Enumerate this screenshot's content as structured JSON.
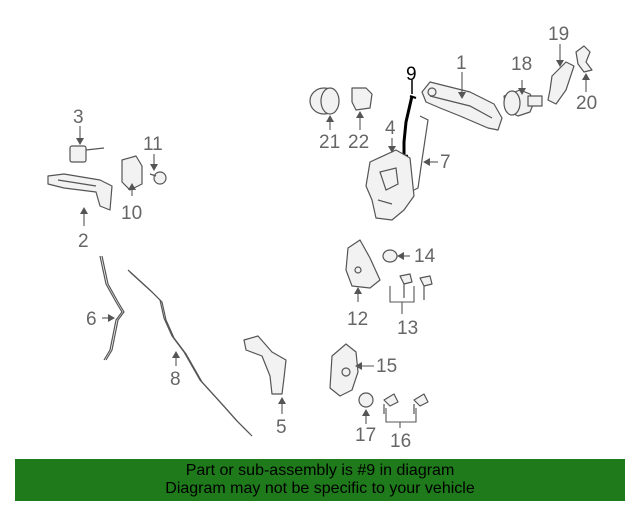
{
  "diagram": {
    "callouts": [
      "1",
      "2",
      "3",
      "4",
      "5",
      "6",
      "7",
      "8",
      "9",
      "10",
      "11",
      "12",
      "13",
      "14",
      "15",
      "16",
      "17",
      "18",
      "19",
      "20",
      "21",
      "22"
    ],
    "highlighted": "9"
  },
  "banner": {
    "line1": "Part or sub-assembly is #9 in diagram",
    "line2": "Diagram may not be specific to your vehicle",
    "color": "#1e7a1a"
  }
}
